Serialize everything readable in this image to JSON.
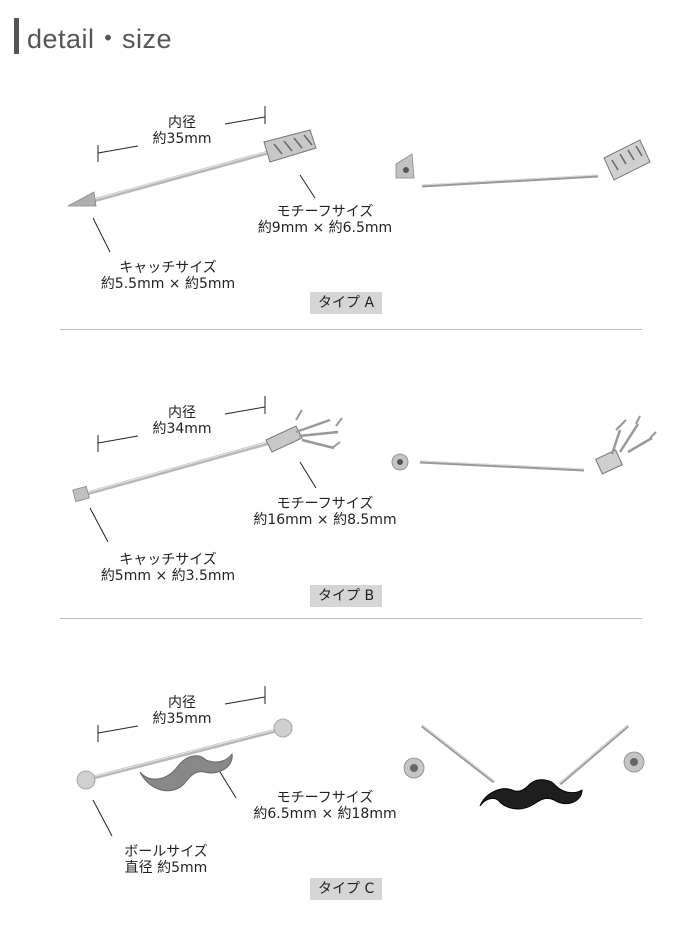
{
  "header": {
    "title": "detail・size"
  },
  "sections": [
    {
      "inner": {
        "label": "内径",
        "value": "約35mm"
      },
      "motif": {
        "label": "モチーフサイズ",
        "value": "約9mm × 約6.5mm"
      },
      "catch": {
        "label": "キャッチサイズ",
        "value": "約5.5mm × 約5mm"
      },
      "type": "タイプ A"
    },
    {
      "inner": {
        "label": "内径",
        "value": "約34mm"
      },
      "motif": {
        "label": "モチーフサイズ",
        "value": "約16mm × 約8.5mm"
      },
      "catch": {
        "label": "キャッチサイズ",
        "value": "約5mm × 約3.5mm"
      },
      "type": "タイプ B"
    },
    {
      "inner": {
        "label": "内径",
        "value": "約35mm"
      },
      "motif": {
        "label": "モチーフサイズ",
        "value": "約6.5mm × 約18mm"
      },
      "catch": {
        "label": "ボールサイズ",
        "value": "直径 約5mm"
      },
      "type": "タイプ C"
    }
  ]
}
